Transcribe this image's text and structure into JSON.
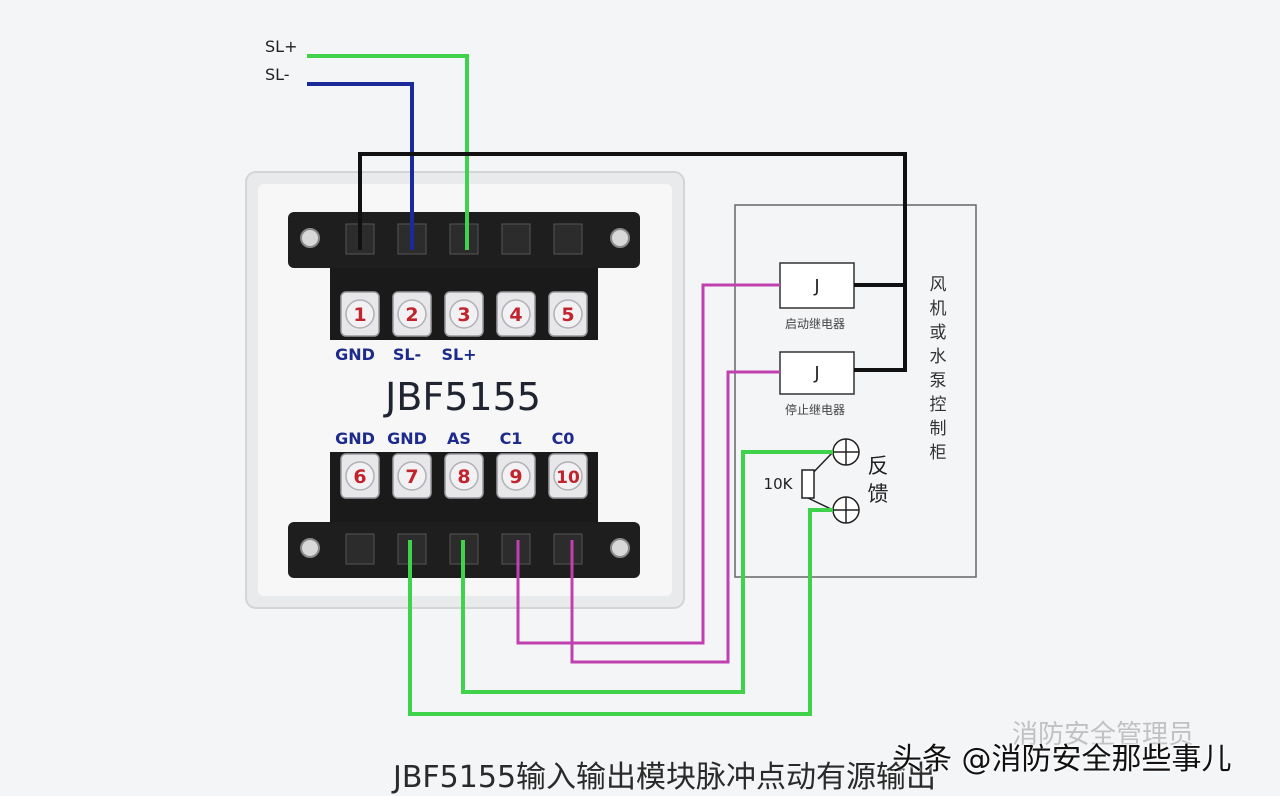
{
  "diagram": {
    "bus_labels": {
      "sl_plus": "SL+",
      "sl_minus": "SL-"
    },
    "module_name": "JBF5155",
    "top_terminals": [
      {
        "number": "1",
        "label": "GND"
      },
      {
        "number": "2",
        "label": "SL-"
      },
      {
        "number": "3",
        "label": "SL+"
      },
      {
        "number": "4",
        "label": ""
      },
      {
        "number": "5",
        "label": ""
      }
    ],
    "bottom_terminals": [
      {
        "number": "6",
        "label": "GND"
      },
      {
        "number": "7",
        "label": "GND"
      },
      {
        "number": "8",
        "label": "AS"
      },
      {
        "number": "9",
        "label": "C1"
      },
      {
        "number": "10",
        "label": "C0"
      }
    ],
    "relays": [
      {
        "symbol": "J",
        "caption": "启动继电器"
      },
      {
        "symbol": "J",
        "caption": "停止继电器"
      }
    ],
    "resistor_label": "10K",
    "feedback_label": "反馈",
    "cabinet_label": "风机或水泵控制柜",
    "colors": {
      "green_wire": "#3fd24a",
      "blue_wire": "#1a2a9a",
      "black_wire": "#111111",
      "magenta_wire": "#c040b0",
      "terminal_number": "#c0242c"
    }
  },
  "caption": {
    "title": "JBF5155输入输出模块脉冲点动有源输出",
    "watermark_top": "消防安全管理员",
    "watermark_bottom": "头条 @消防安全那些事儿"
  }
}
